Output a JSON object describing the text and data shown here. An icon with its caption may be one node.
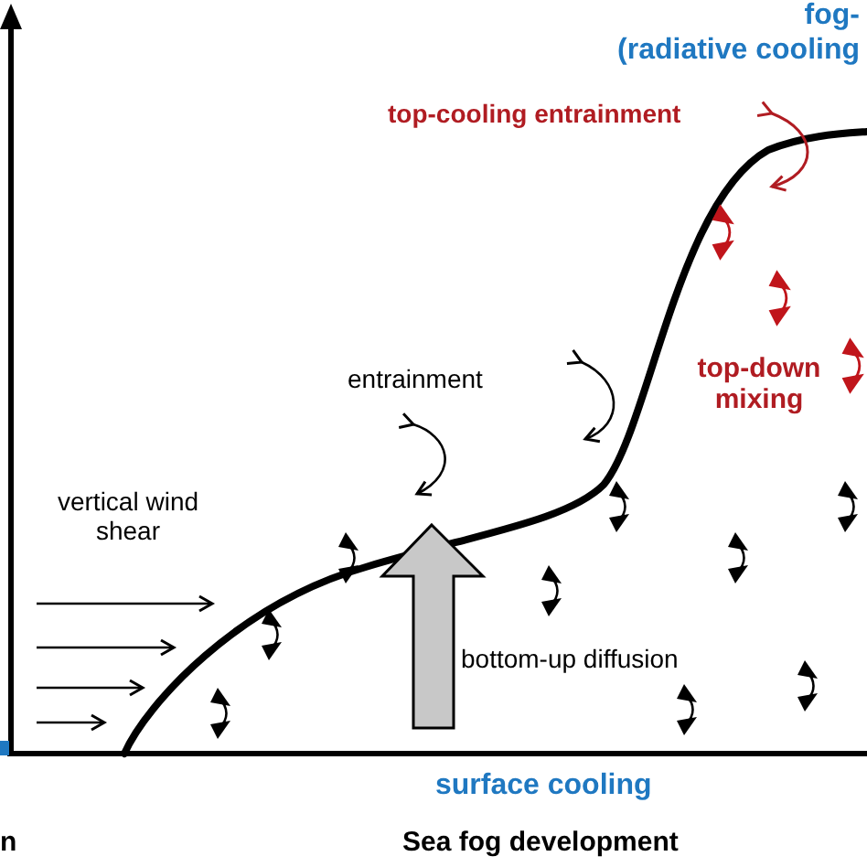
{
  "diagram": {
    "caption": "Sea fog development",
    "labels": [
      "fog-",
      "(radiative cooling",
      "top-cooling entrainment",
      "entrainment",
      "top-down mixing",
      "vertical wind shear",
      "bottom-up diffusion",
      "surface cooling",
      "n"
    ]
  }
}
